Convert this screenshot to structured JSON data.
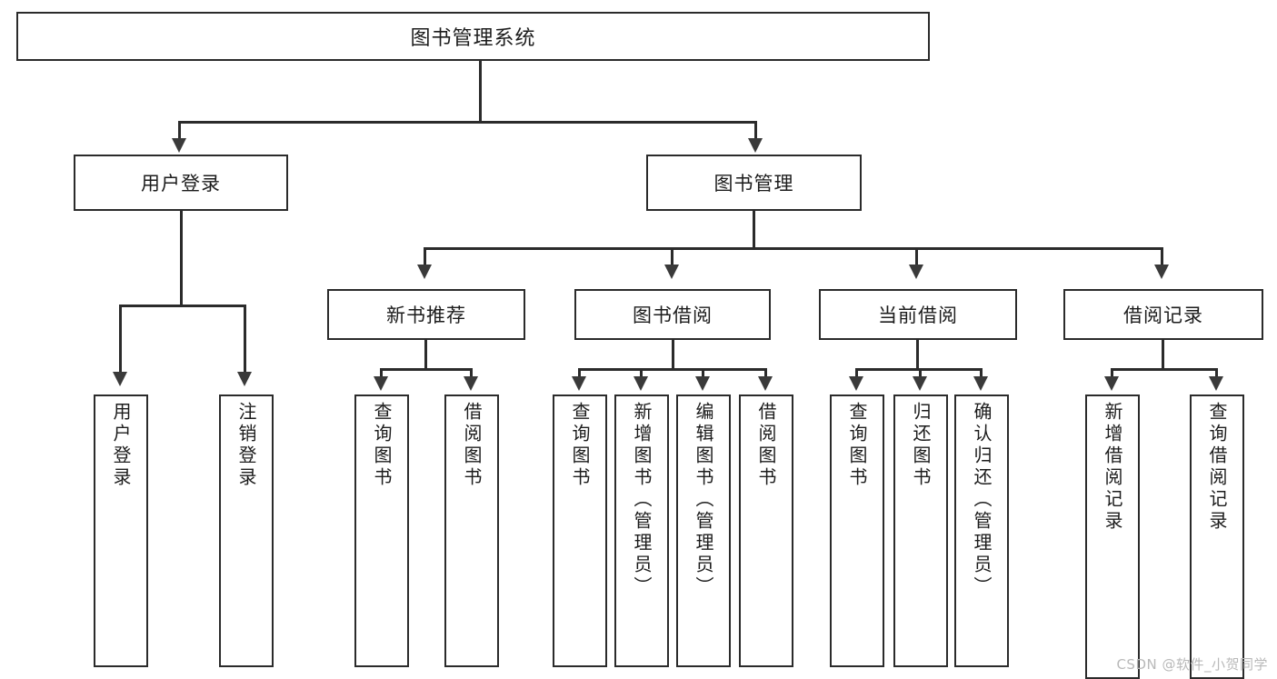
{
  "diagram": {
    "title": "图书管理系统",
    "type": "tree",
    "root": {
      "label": "图书管理系统"
    },
    "level2": [
      {
        "label": "用户登录"
      },
      {
        "label": "图书管理"
      }
    ],
    "level3": [
      {
        "label": "新书推荐"
      },
      {
        "label": "图书借阅"
      },
      {
        "label": "当前借阅"
      },
      {
        "label": "借阅记录"
      }
    ],
    "leaves": {
      "user_login": [
        {
          "label": "用户登录"
        },
        {
          "label": "注销登录"
        }
      ],
      "new_book_recommend": [
        {
          "label": "查询图书"
        },
        {
          "label": "借阅图书"
        }
      ],
      "book_borrow": [
        {
          "label": "查询图书"
        },
        {
          "label": "新增图书（管理员）"
        },
        {
          "label": "编辑图书（管理员）"
        },
        {
          "label": "借阅图书"
        }
      ],
      "current_borrow": [
        {
          "label": "查询图书"
        },
        {
          "label": "归还图书"
        },
        {
          "label": "确认归还（管理员）"
        }
      ],
      "borrow_record": [
        {
          "label": "新增借阅记录"
        },
        {
          "label": "查询借阅记录"
        }
      ]
    }
  },
  "watermark": {
    "text": "CSDN @软件_小贺同学"
  },
  "colors": {
    "stroke": "#2b2b2b",
    "background": "#ffffff",
    "text": "#1c1c1c",
    "watermark": "#b9b9b9"
  }
}
